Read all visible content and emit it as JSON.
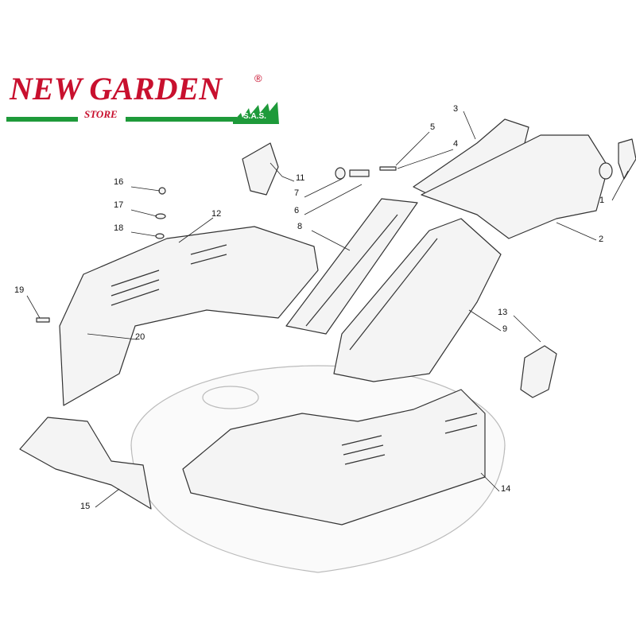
{
  "logo": {
    "brand": "NEW GARDEN",
    "registered": "®",
    "store": "STORE",
    "suffix": "S.A.S."
  },
  "colors": {
    "brand_red": "#c8102e",
    "brand_green": "#1e9a3a",
    "part_fill": "#f2f2f2",
    "part_stroke": "#333333"
  },
  "callouts": [
    {
      "id": "1",
      "label": "1"
    },
    {
      "id": "2",
      "label": "2"
    },
    {
      "id": "3",
      "label": "3"
    },
    {
      "id": "4",
      "label": "4"
    },
    {
      "id": "5",
      "label": "5"
    },
    {
      "id": "6",
      "label": "6"
    },
    {
      "id": "7",
      "label": "7"
    },
    {
      "id": "8",
      "label": "8"
    },
    {
      "id": "9",
      "label": "9"
    },
    {
      "id": "11",
      "label": "11"
    },
    {
      "id": "12",
      "label": "12"
    },
    {
      "id": "13",
      "label": "13"
    },
    {
      "id": "14",
      "label": "14"
    },
    {
      "id": "15",
      "label": "15"
    },
    {
      "id": "16",
      "label": "16"
    },
    {
      "id": "17",
      "label": "17"
    },
    {
      "id": "18",
      "label": "18"
    },
    {
      "id": "19",
      "label": "19"
    },
    {
      "id": "20",
      "label": "20"
    }
  ]
}
